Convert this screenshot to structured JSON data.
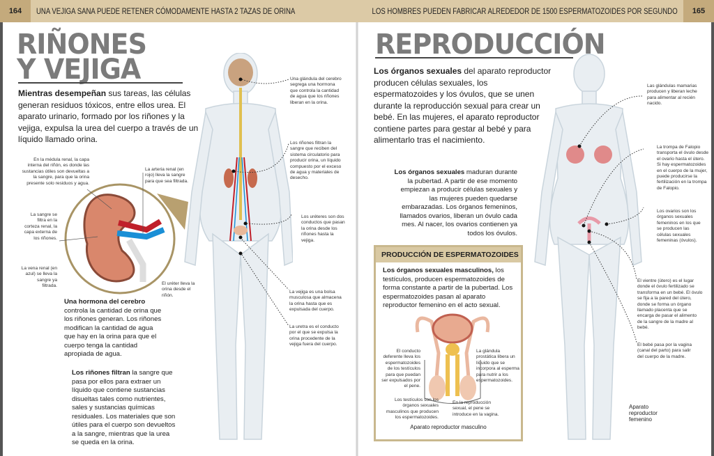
{
  "left_page": {
    "page_number": "164",
    "running_head": "UNA VEJIGA SANA PUEDE RETENER CÓMODAMENTE HASTA 2 TAZAS DE ORINA",
    "title_line1": "RIÑONES",
    "title_line2": "Y VEJIGA",
    "intro_bold": "Mientras desempeñan",
    "intro_rest": " sus tareas, las células generan residuos tóxicos, entre ellos urea. El aparato urinario, formado por los riñones y la vejiga, expulsa la urea del cuerpo a través de un líquido llamado orina.",
    "kidney_labels": {
      "medula": "En la médula renal, la capa interna del riñón, es donde las sustancias útiles son devueltas a la sangre, para que la orina presente solo residuos y agua.",
      "arteria": "La arteria renal (en rojo) lleva la sangre para que sea filtrada.",
      "corteza": "La sangre se filtra en la corteza renal, la capa externa de los riñones.",
      "vena": "La vena renal (en azul) se lleva la sangre ya filtrada.",
      "ureter": "El uréter lleva la orina desde el riñón."
    },
    "hormone_bold": "Una hormona del cerebro",
    "hormone_rest": " controla la cantidad de orina que los riñones generan. Los riñones modifican la cantidad de agua que hay en la orina para que el cuerpo tenga la cantidad apropiada de agua.",
    "filter_bold": "Los riñones filtran",
    "filter_rest": " la sangre que pasa por ellos para extraer un líquido que contiene sustancias disueltas tales como nutrientes, sales y sustancias químicas residuales. Los materiales que son útiles para el cuerpo son devueltos a la sangre, mientras que la urea se queda en la orina.",
    "body_labels": [
      "Una glándula del cerebro segrega una hormona que controla la cantidad de agua que los riñones liberan en la orina.",
      "Los riñones filtran la sangre que reciben del sistema circulatorio para producir orina, un líquido compuesto por el exceso de agua y materiales de desecho.",
      "Los uréteres son dos conductos que pasan la orina desde los riñones hasta la vejiga.",
      "La vejiga es una bolsa musculosa que almacena la orina hasta que es expulsada del cuerpo.",
      "La uretra es el conducto por el que se expulsa la orina procedente de la vejiga fuera del cuerpo."
    ]
  },
  "right_page": {
    "page_number": "165",
    "running_head": "LOS HOMBRES PUEDEN FABRICAR ALREDEDOR DE 1500 ESPERMATOZOIDES POR SEGUNDO",
    "title": "REPRODUCCIÓN",
    "intro_bold": "Los órganos sexuales",
    "intro_rest": " del aparato reproductor producen células sexuales, los espermatozoides y los óvulos, que se unen durante la reproducción sexual para crear un bebé. En las mujeres, el aparato reproductor contiene partes para gestar al bebé y para alimentarlo tras el nacimiento.",
    "mature_bold": "Los órganos sexuales",
    "mature_rest": " maduran durante la pubertad. A partir de ese momento empiezan a producir células sexuales y las mujeres pueden quedarse embarazadas. Los órganos femeninos, llamados ovarios, liberan un óvulo cada mes. Al nacer, los ovarios contienen ya todos los óvulos.",
    "box": {
      "heading": "PRODUCCIÓN DE ESPERMATOZOIDES",
      "text_bold": "Los órganos sexuales masculinos,",
      "text_rest": " los testículos, producen espermatozoides de forma constante a partir de la pubertad. Los espermatozoides pasan al aparato reproductor femenino en el acto sexual.",
      "labels": {
        "conducto": "El conducto deferente lleva los espermatozoides de los testículos para que puedan ser expulsados por el pene.",
        "prostata": "La glándula prostática libera un líquido que se incorpora al esperma para nutrir a los espermatozoides.",
        "testiculos": "Los testículos son los órganos sexuales masculinos que producen los espermatozoides.",
        "pene": "En la reproducción sexual, el pene se introduce en la vagina."
      },
      "caption": "Aparato reproductor masculino"
    },
    "body_labels": [
      "Las glándulas mamarias producen y liberan leche para alimentar al recién nacido.",
      "La trompa de Falopio transporta el óvulo desde el ovario hasta el útero. Si hay espermatozoides en el cuerpo de la mujer, puede producirse la fertilización en la trompa de Falopio.",
      "Los ovarios son los órganos sexuales femeninos en los que se producen las células sexuales femeninas (óvulos).",
      "El vientre (útero) es el lugar donde el óvulo fertilizado se transforma en un bebé. El óvulo se fija a la pared del útero, donde se forma un órgano llamado placenta que se encarga de pasar el alimento de la sangre de la madre al bebé.",
      "El bebé pasa por la vagina (canal del parto) para salir del cuerpo de la madre."
    ],
    "figure_caption": "Aparato reproductor femenino"
  },
  "colors": {
    "header": "#dccaa6",
    "page_number_bg": "#c4aa7c",
    "title": "#7b7b7b",
    "artery": "#c0202a",
    "vein": "#1a8fd6",
    "kidney": "#d9876c"
  }
}
